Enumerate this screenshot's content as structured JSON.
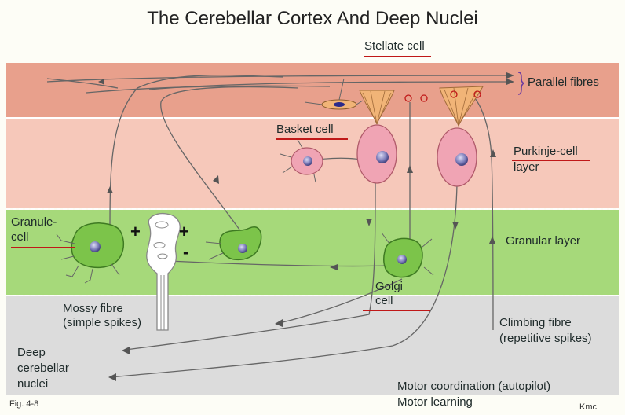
{
  "title": "The Cerebellar Cortex And Deep Nuclei",
  "labels": {
    "stellate_cell": "Stellate cell",
    "parallel_fibres": "Parallel fibres",
    "basket_cell": "Basket cell",
    "purkinje_line1": "Purkinje-cell",
    "purkinje_line2": "layer",
    "granule_line1": "Granule-",
    "granule_line2": "cell",
    "granular_layer": "Granular layer",
    "golgi_line1": "Golgi",
    "golgi_line2": "cell",
    "mossy_line1": "Mossy fibre",
    "mossy_line2": "(simple spikes)",
    "climbing_line1": "Climbing fibre",
    "climbing_line2": "(repetitive spikes)",
    "deep_line1": "Deep",
    "deep_line2": "cerebellar",
    "deep_line3": "nuclei",
    "motor_coordination": "Motor coordination (autopilot)",
    "motor_learning": "Motor learning",
    "fig": "Fig. 4-8",
    "author": "Kmc"
  },
  "signs": {
    "plus": "+",
    "minus": "-"
  },
  "colors": {
    "molecular_layer": "#e8a08c",
    "purkinje_layer": "#f6c8ba",
    "granular_layer": "#a6d97a",
    "white_matter": "#dcdcdc",
    "cell_pink": "#f0a4b4",
    "granule_green": "#7cc44a",
    "nucleus": "#7a7ab8",
    "underline": "#c01818",
    "axon": "#666666"
  }
}
